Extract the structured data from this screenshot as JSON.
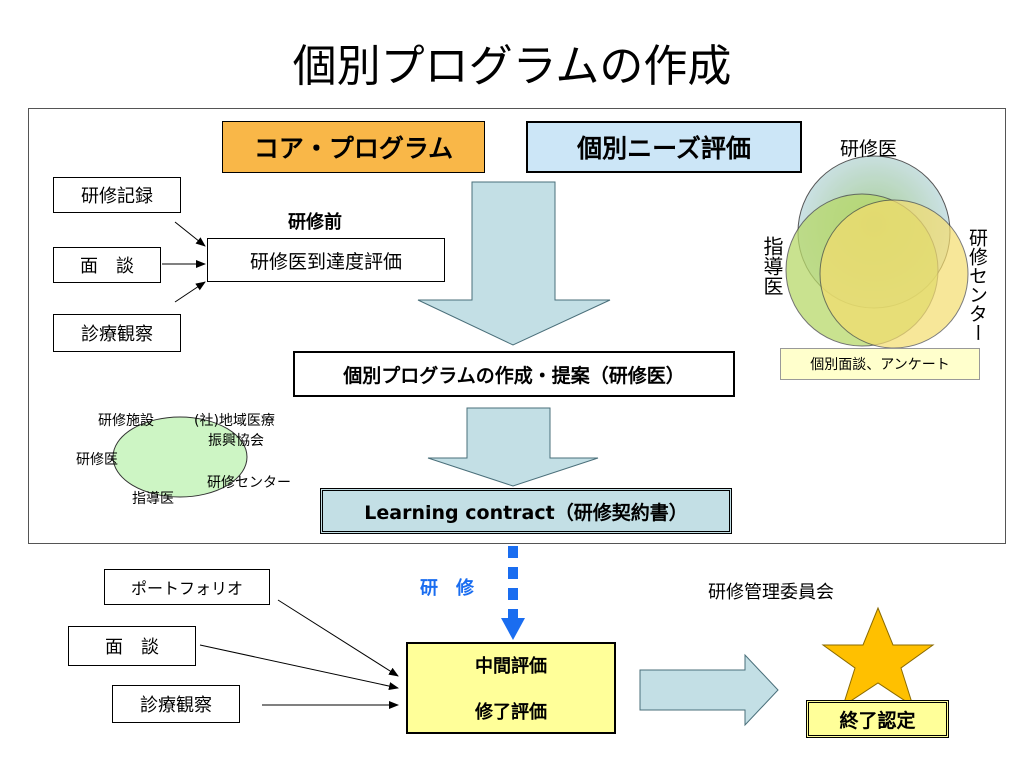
{
  "title": "個別プログラムの作成",
  "top": {
    "core_program": "コア・プログラム",
    "needs_eval": "個別ニーズ評価",
    "before_training": "研修前",
    "resident_eval": "研修医到達度評価",
    "inputs": [
      "研修記録",
      "面　談",
      "診療観察"
    ],
    "program_box": "個別プログラムの作成・提案（研修医）",
    "contract_box": "Learning contract（研修契約書）"
  },
  "venn": {
    "resident": "研修医",
    "supervisor": "指導医",
    "center": "研修センター",
    "note": "個別面談、アンケート"
  },
  "ellipse_labels": {
    "facility": "研修施設",
    "association_line1": "(社)地域医療",
    "association_line2": "振興協会",
    "resident": "研修医",
    "center": "研修センター",
    "supervisor": "指導医"
  },
  "bottom": {
    "training": "研　修",
    "committee": "研修管理委員会",
    "inputs": [
      "ポートフォリオ",
      "面　談",
      "診療観察"
    ],
    "mid_eval": "中間評価",
    "final_eval": "修了評価",
    "certification": "終了認定"
  },
  "colors": {
    "core_orange": "#f9b748",
    "needs_blue": "#cce6f7",
    "arrow_fill": "#c3dfe5",
    "eval_yellow": "#ffff99",
    "star": "#ffc000",
    "dotted_blue": "#1a6df0",
    "ellipse_green": "#cdf5c4"
  }
}
